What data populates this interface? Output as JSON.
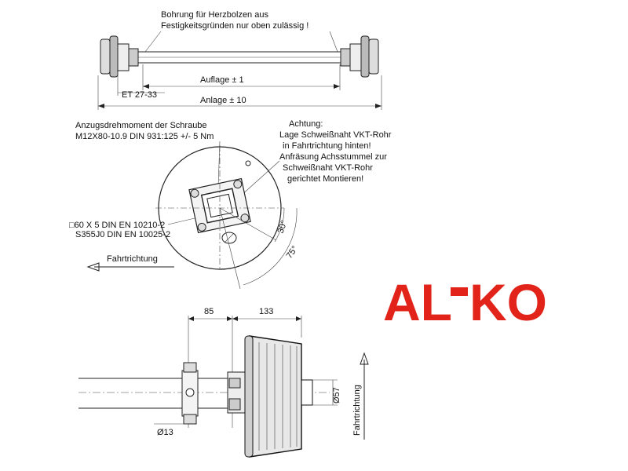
{
  "top_view": {
    "note_line1": "Bohrung für Herzbolzen aus",
    "note_line2": "Festigkeitsgründen nur oben zulässig !",
    "auflage": "Auflage   ±  1",
    "anlage": "Anlage   ±  10",
    "et": "ET 27-33"
  },
  "side_view": {
    "torque_line1": "Anzugsdrehmoment der Schraube",
    "torque_line2": "M12X80-10.9 DIN 931:125 +/- 5 Nm",
    "warn_line1": "Achtung:",
    "warn_line2": "Lage Schweißnaht VKT-Rohr",
    "warn_line3": "in Fahrtrichtung hinten!",
    "warn_line4": "Anfräsung Achsstummel zur",
    "warn_line5": "Schweißnaht VKT-Rohr",
    "warn_line6": "gerichtet Montieren!",
    "profile_line1": "□60 X 5 DIN EN 10210-2",
    "profile_line2": "S355J0 DIN EN 10025-2",
    "angle_30": "30°",
    "angle_75": "75°",
    "direction": "Fahrtrichtung"
  },
  "front_view": {
    "dim_85": "85",
    "dim_133": "133",
    "dim_57": "Ø57",
    "dim_13": "Ø13",
    "direction": "Fahrtrichtung"
  },
  "logo": {
    "text_left": "AL",
    "text_right": "KO",
    "color": "#e2231a"
  }
}
